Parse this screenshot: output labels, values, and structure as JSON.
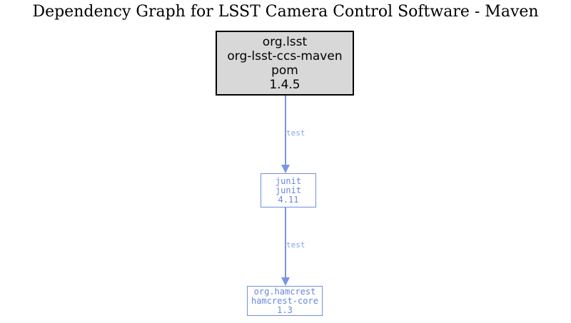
{
  "title": "Dependency Graph for LSST Camera Control Software - Maven",
  "colors": {
    "root_fill": "#d8d8d8",
    "root_border": "#000000",
    "node_border": "#7090dd",
    "node_text": "#6787d8",
    "edge": "#7a96e2",
    "edge_label": "#8ba3e6"
  },
  "graph": {
    "root": {
      "group": "org.lsst",
      "artifact": "org-lsst-ccs-maven",
      "packaging": "pom",
      "version": "1.4.5"
    },
    "edges": [
      {
        "from": "org-lsst-ccs-maven",
        "to": "junit",
        "label": "test"
      },
      {
        "from": "junit",
        "to": "hamcrest-core",
        "label": "test"
      }
    ],
    "nodes": [
      {
        "group": "junit",
        "artifact": "junit",
        "version": "4.11"
      },
      {
        "group": "org.hamcrest",
        "artifact": "hamcrest-core",
        "version": "1.3"
      }
    ]
  }
}
